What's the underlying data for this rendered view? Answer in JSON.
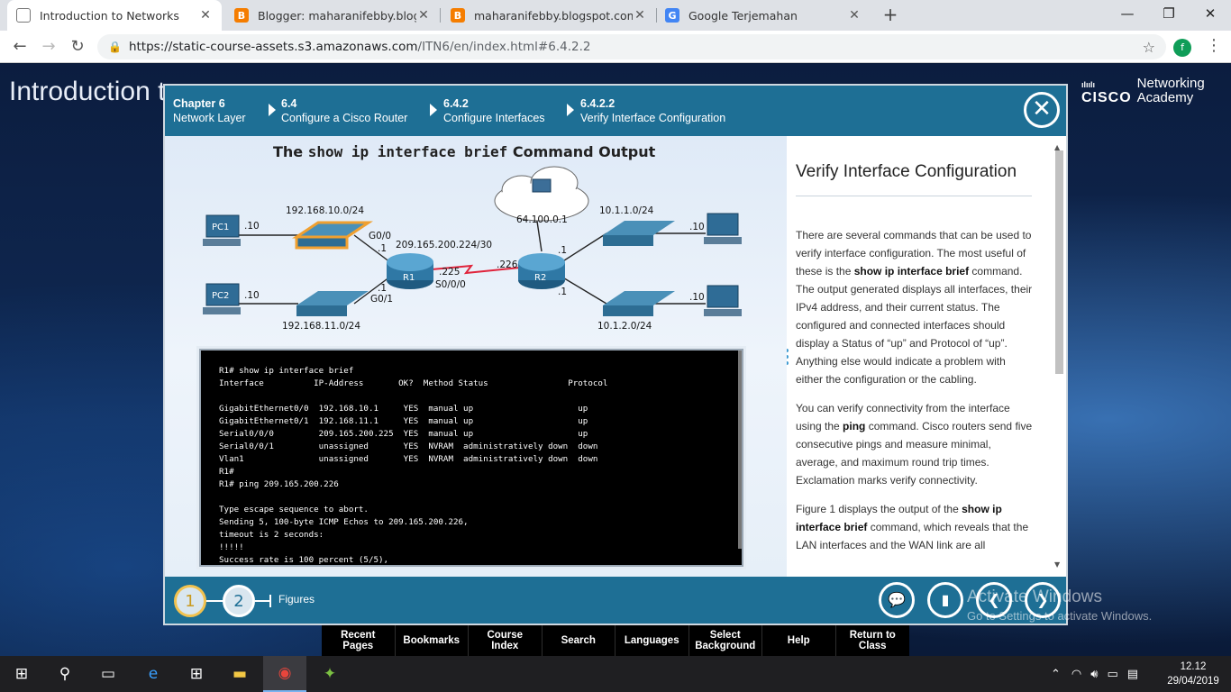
{
  "browser": {
    "tabs": [
      {
        "title": "Introduction to Networks",
        "icon": "document-icon",
        "active": true
      },
      {
        "title": "Blogger: maharanifebby.blogspot",
        "icon": "blogger-icon",
        "active": false
      },
      {
        "title": "maharanifebby.blogspot.com",
        "icon": "blogger-icon",
        "active": false
      },
      {
        "title": "Google Terjemahan",
        "icon": "google-translate-icon",
        "active": false
      }
    ],
    "url_host": "https://static-course-assets.s3.amazonaws.com",
    "url_path": "/ITN6/en/index.html#6.4.2.2",
    "profile_initial": "f",
    "colors": {
      "blogger": "#f57d00",
      "translate": "#4285f4",
      "profile": "#0f9d58"
    }
  },
  "page": {
    "heading": "Introduction to Networks",
    "logo_wordmark": "CISCO",
    "logo_line1": "Networking",
    "logo_line2": "Academy"
  },
  "course": {
    "breadcrumb": [
      {
        "num": "Chapter 6",
        "label": "Network Layer"
      },
      {
        "num": "6.4",
        "label": "Configure a Cisco Router"
      },
      {
        "num": "6.4.2",
        "label": "Configure Interfaces"
      },
      {
        "num": "6.4.2.2",
        "label": "Verify Interface Configuration"
      }
    ],
    "accent_color": "#1e6f95",
    "figure": {
      "title_pre": "The",
      "title_cmd": "show ip interface brief",
      "title_post": "Command Output",
      "labels": {
        "net_left_top": "192.168.10.0/24",
        "net_left_bottom": "192.168.11.0/24",
        "wan": "209.165.200.224/30",
        "cloud": "64.100.0.1",
        "net_right_top": "10.1.1.0/24",
        "net_right_bottom": "10.1.2.0/24",
        "pc1": "PC1",
        "pc2": "PC2",
        "pc1_addr": ".10",
        "pc2_addr": ".10",
        "right_top_addr": ".10",
        "right_bottom_addr": ".10",
        "g00": "G0/0",
        "g01": "G0/1",
        "g00_addr": ".1",
        "g01_addr": ".1",
        "s000": "S0/0/0",
        "r1_serial": ".225",
        "r2_serial": ".226",
        "r2_top": ".1",
        "r2_bottom": ".1",
        "r1": "R1",
        "r2": "R2"
      },
      "terminal": [
        "R1# show ip interface brief",
        "Interface          IP-Address       OK?  Method Status                Protocol",
        "",
        "GigabitEthernet0/0  192.168.10.1     YES  manual up                     up",
        "GigabitEthernet0/1  192.168.11.1     YES  manual up                     up",
        "Serial0/0/0         209.165.200.225  YES  manual up                     up",
        "Serial0/0/1         unassigned       YES  NVRAM  administratively down  down",
        "Vlan1               unassigned       YES  NVRAM  administratively down  down",
        "R1#",
        "R1# ping 209.165.200.226",
        "",
        "Type escape sequence to abort.",
        "Sending 5, 100-byte ICMP Echos to 209.165.200.226,",
        "timeout is 2 seconds:",
        "!!!!!",
        "Success rate is 100 percent (5/5),"
      ]
    },
    "text": {
      "title": "Verify Interface Configuration",
      "p1a": "There are several commands that can be used to verify interface configuration. The most useful of these is the ",
      "p1b": "show ip interface brief",
      "p1c": " command. The output generated displays all interfaces, their IPv4 address, and their current status. The configured and connected interfaces should display a Status of “up” and Protocol of “up”. Anything else would indicate a problem with either the configuration or the cabling.",
      "p2a": "You can verify connectivity from the interface using the ",
      "p2b": "ping",
      "p2c": " command. Cisco routers send five consecutive pings and measure minimal, average, and maximum round trip times. Exclamation marks verify connectivity.",
      "p3a": "Figure 1 displays the output of the ",
      "p3b": "show ip interface brief",
      "p3c": " command, which reveals that the LAN interfaces and the WAN link are all"
    },
    "footer": {
      "fig1": "1",
      "fig2": "2",
      "figures_label": "Figures",
      "watermark_line1": "Activate Windows",
      "watermark_line2": "Go to Settings to activate Windows."
    },
    "menu": [
      "Recent\nPages",
      "Bookmarks",
      "Course\nIndex",
      "Search",
      "Languages",
      "Select\nBackground",
      "Help",
      "Return to\nClass"
    ]
  },
  "taskbar": {
    "time": "12.12",
    "date": "29/04/2019"
  }
}
